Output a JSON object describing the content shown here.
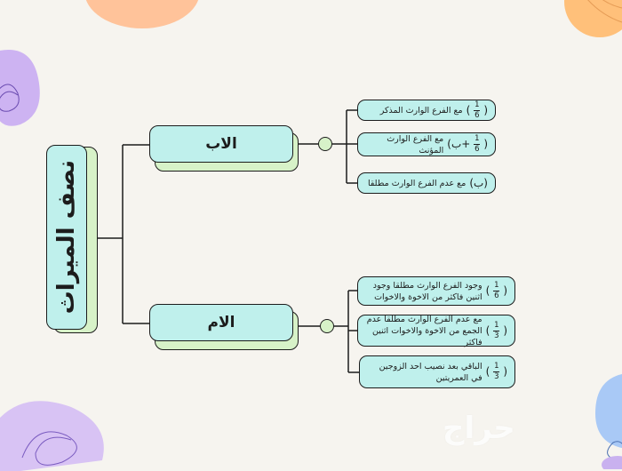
{
  "root": {
    "title": "نصف الميراث"
  },
  "branches": [
    {
      "label": "الاب",
      "items": [
        {
          "text": "مع الفرع الوارث المذكر",
          "frac": {
            "num": "1",
            "den": "6"
          },
          "prefix": "(",
          "suffix": ")"
        },
        {
          "text": "مع الفرع الوارث المؤنث",
          "frac": {
            "num": "1",
            "den": "6"
          },
          "prefix": "(",
          "suffix": "+ب)"
        },
        {
          "text": "مع عدم الفرع الوارث مطلقا",
          "frac": null,
          "prefix": "(ب)",
          "suffix": ""
        }
      ]
    },
    {
      "label": "الام",
      "items": [
        {
          "text": "وجود الفرع الوارث مطلقا وجود اثنين فاكثر من الاخوة والاخوات",
          "frac": {
            "num": "1",
            "den": "6"
          },
          "prefix": "(",
          "suffix": ")"
        },
        {
          "text": "مع عدم الفرع الوارث مطلقا عدم الجمع من الاخوة والاخوات اثنين فاكثر",
          "frac": {
            "num": "1",
            "den": "3"
          },
          "prefix": "(",
          "suffix": ")"
        },
        {
          "text": "الباقي بعد نصيب احد الزوجين في العمريتين",
          "frac": {
            "num": "1",
            "den": "3"
          },
          "prefix": "(",
          "suffix": ")"
        }
      ]
    }
  ],
  "watermark": "حراج",
  "colors": {
    "card": "#bff0ec",
    "shadow": "#d7f2c8",
    "stroke": "#1c1c1c",
    "background": "#f6f4ef"
  }
}
